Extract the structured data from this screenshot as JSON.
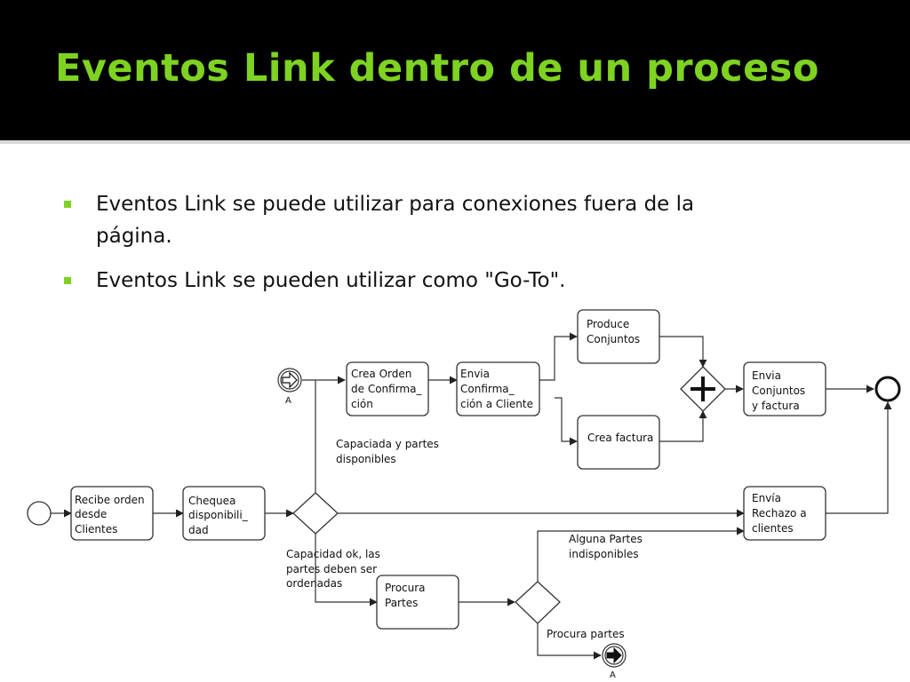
{
  "slide": {
    "title": "Eventos Link dentro de un proceso",
    "bullets": [
      {
        "lines": [
          "Eventos Link se puede utilizar para conexiones fuera de la",
          "página."
        ]
      },
      {
        "lines": [
          "Eventos Link se pueden utilizar como  \"Go-To\"."
        ]
      }
    ]
  },
  "colors": {
    "title": "#7ed321",
    "bullet": "#7ed321",
    "background": "#000000",
    "content_background": "#ffffff"
  },
  "diagram": {
    "tasks": {
      "recibe_orden": [
        "Recibe orden",
        "desde",
        "Clientes"
      ],
      "chequea": [
        "Chequea",
        "disponibili_",
        "dad"
      ],
      "crea_orden": [
        "Crea Orden",
        "de Confirma_",
        "ción"
      ],
      "envia_confirmacion": [
        "Envia",
        "Confirma_",
        "ción a Cliente"
      ],
      "produce": [
        "Produce",
        "Conjuntos"
      ],
      "crea_factura": [
        "Crea factura"
      ],
      "envia_conjuntos": [
        "Envia",
        "Conjuntos",
        "y factura"
      ],
      "envia_rechazo": [
        "Envía",
        "Rechazo a",
        "clientes"
      ],
      "procura": [
        "Procura",
        "Partes"
      ]
    },
    "labels": {
      "capacidad_partes": [
        "Capaciada y partes",
        "disponibles"
      ],
      "capacidad_ok": [
        "Capacidad ok, las",
        "partes deben ser",
        "ordenadas"
      ],
      "alguna_partes": [
        "Alguna Partes",
        "indisponibles"
      ],
      "procura_partes": [
        "Procura partes"
      ]
    },
    "link_events": {
      "catch": "A",
      "throw": "A"
    },
    "icons": {
      "parallel_gateway": "plus-icon",
      "link_event": "link-arrow-icon"
    }
  }
}
